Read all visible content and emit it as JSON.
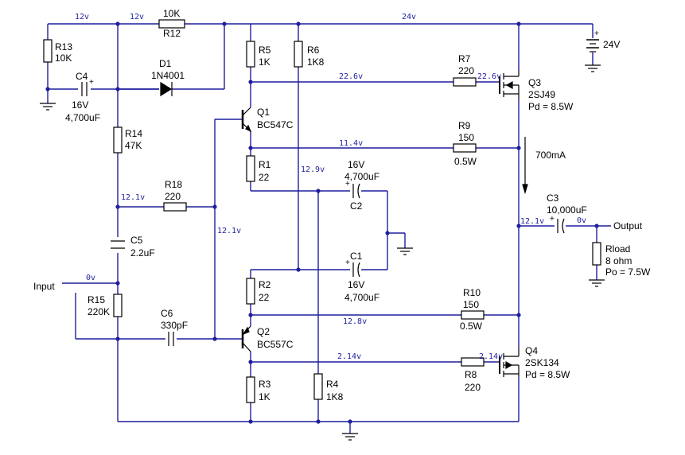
{
  "components": {
    "R13": {
      "ref": "R13",
      "value": "10K"
    },
    "R12": {
      "ref": "R12",
      "value": "10K"
    },
    "R5": {
      "ref": "R5",
      "value": "1K"
    },
    "R6": {
      "ref": "R6",
      "value": "1K8"
    },
    "R7": {
      "ref": "R7",
      "value": "220"
    },
    "R9": {
      "ref": "R9",
      "value": "150",
      "power": "0.5W"
    },
    "R1": {
      "ref": "R1",
      "value": "22"
    },
    "R14": {
      "ref": "R14",
      "value": "47K"
    },
    "R18": {
      "ref": "R18",
      "value": "220"
    },
    "R15": {
      "ref": "R15",
      "value": "220K"
    },
    "R2": {
      "ref": "R2",
      "value": "22"
    },
    "R10": {
      "ref": "R10",
      "value": "150",
      "power": "0.5W"
    },
    "R8": {
      "ref": "R8",
      "value": "220"
    },
    "R3": {
      "ref": "R3",
      "value": "1K"
    },
    "R4": {
      "ref": "R4",
      "value": "1K8"
    },
    "Rload": {
      "ref": "Rload",
      "value": "8 ohm",
      "power": "Po = 7.5W"
    },
    "C4": {
      "ref": "C4",
      "voltage": "16V",
      "value": "4,700uF"
    },
    "C5": {
      "ref": "C5",
      "value": "2.2uF"
    },
    "C6": {
      "ref": "C6",
      "value": "330pF"
    },
    "C2": {
      "ref": "C2",
      "voltage": "16V",
      "value": "4,700uF"
    },
    "C1": {
      "ref": "C1",
      "voltage": "16V",
      "value": "4,700uF"
    },
    "C3": {
      "ref": "C3",
      "value": "10,000uF"
    },
    "D1": {
      "ref": "D1",
      "value": "1N4001"
    },
    "Q1": {
      "ref": "Q1",
      "part": "BC547C"
    },
    "Q2": {
      "ref": "Q2",
      "part": "BC557C"
    },
    "Q3": {
      "ref": "Q3",
      "part": "2SJ49",
      "power": "Pd = 8.5W"
    },
    "Q4": {
      "ref": "Q4",
      "part": "2SK134",
      "power": "Pd = 8.5W"
    }
  },
  "supply": {
    "label": "24V"
  },
  "labels": {
    "input": "Input",
    "output": "Output",
    "current": "700mA"
  },
  "voltages": {
    "top_left": "12v",
    "top_mid": "12v",
    "top_right": "24v",
    "q3_drive": "22.6v",
    "q3_gate": "22.6v",
    "q1_emitter": "11.4v",
    "r6_node": "12.9v",
    "bias_node": "12.1v",
    "base_node": "12.1v",
    "input": "0v",
    "out_node": "12.1v",
    "out_load": "0v",
    "q2_emitter": "12.8v",
    "q4_drive": "2.14v",
    "q4_gate": "2.14v"
  },
  "colors": {
    "wire": "#1f1f9e",
    "part": "#000000",
    "background": "#ffffff"
  }
}
